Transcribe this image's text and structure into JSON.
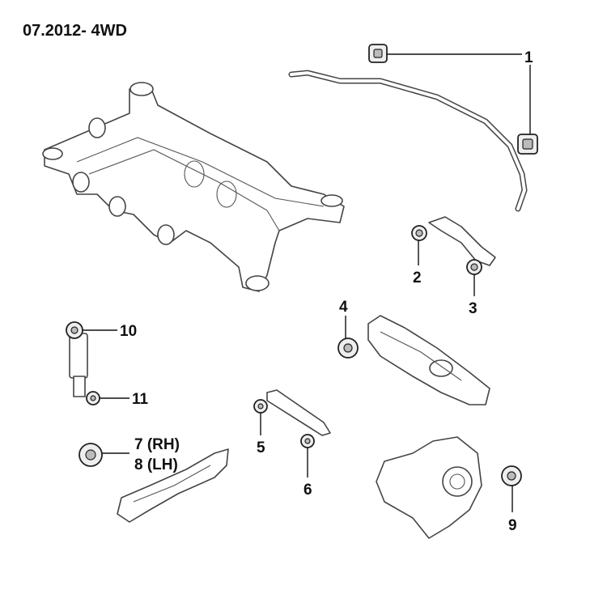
{
  "title": "07.2012- 4WD",
  "callouts": {
    "c1": "1",
    "c2": "2",
    "c3": "3",
    "c4": "4",
    "c5": "5",
    "c6": "6",
    "c7": "7 (RH)",
    "c8": "8 (LH)",
    "c9": "9",
    "c10": "10",
    "c11": "11"
  }
}
